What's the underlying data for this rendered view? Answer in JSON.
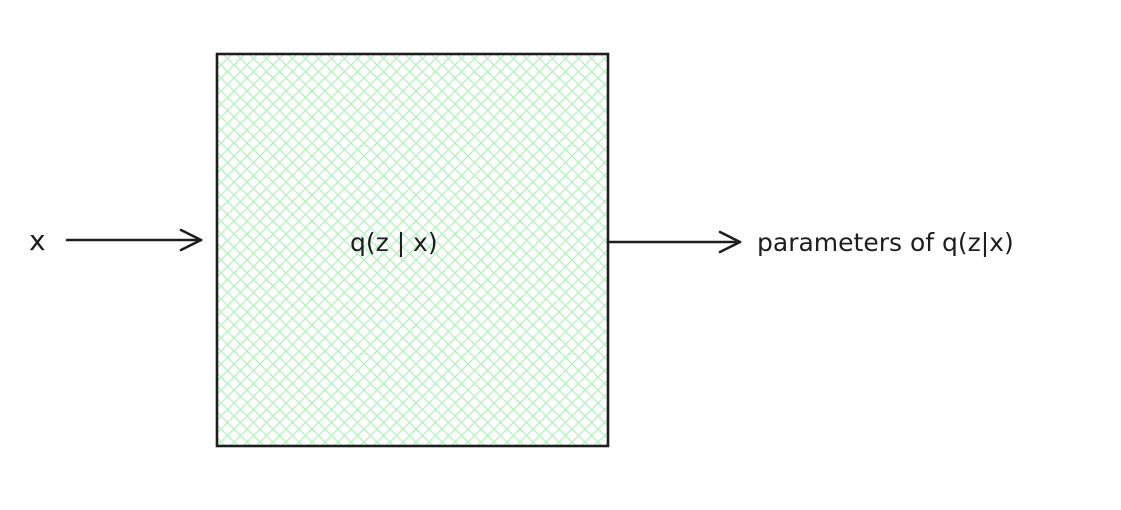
{
  "diagram": {
    "input_label": "x",
    "box_label": "q(z | x)",
    "output_label": "parameters of q(z|x)"
  },
  "colors": {
    "stroke": "#1e1e1e",
    "hatch": "#b2f2bb",
    "background": "#ffffff"
  }
}
